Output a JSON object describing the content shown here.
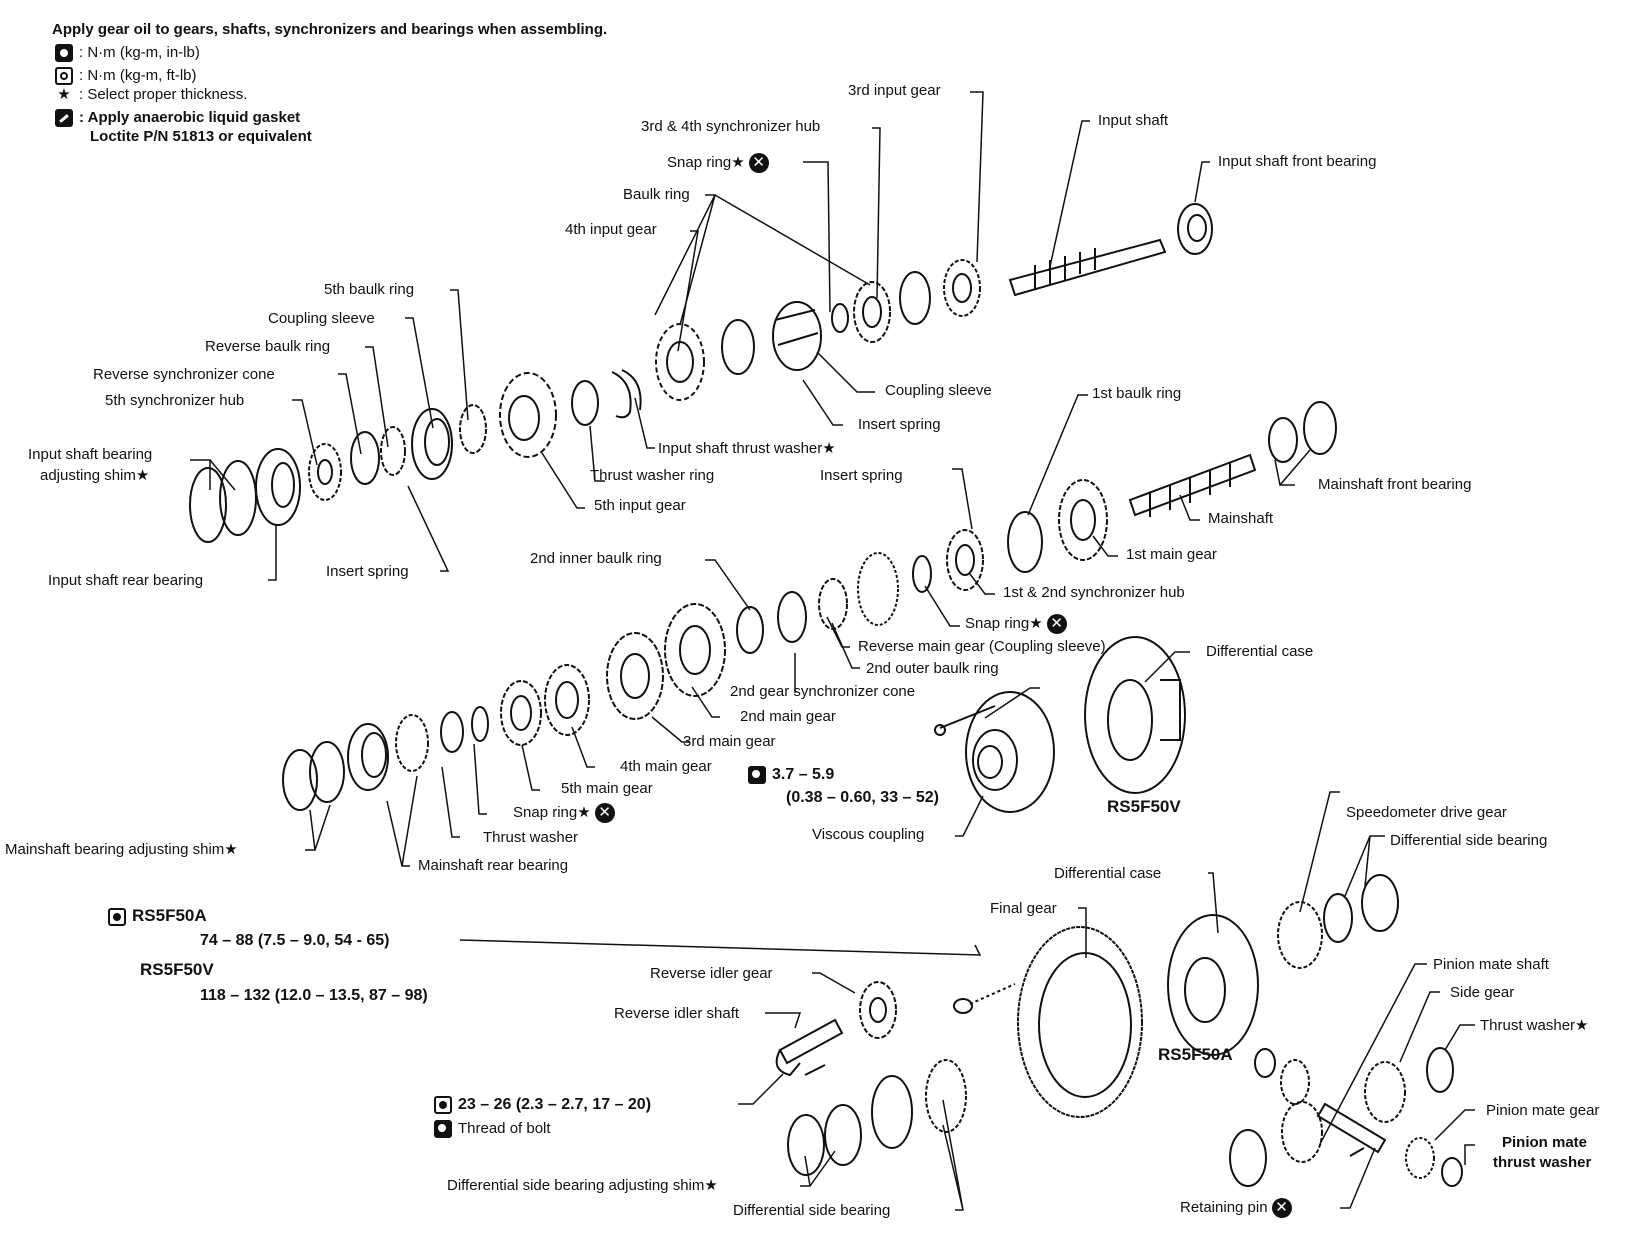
{
  "legend": {
    "header": "Apply gear oil to gears, shafts, synchronizers and bearings when assembling.",
    "torque_inlb": ": N·m (kg-m, in-lb)",
    "torque_ftlb": ": N·m (kg-m, ft-lb)",
    "select": ": Select proper thickness.",
    "gasket_1": ": Apply anaerobic liquid gasket",
    "gasket_2": "Loctite P/N 51813 or equivalent",
    "star": "★"
  },
  "labels": {
    "third_input_gear": "3rd input gear",
    "input_shaft": "Input shaft",
    "input_shaft_front_bearing": "Input shaft front bearing",
    "sync_hub_34": "3rd & 4th synchronizer hub",
    "snap_ring_top": "Snap ring★",
    "baulk_ring": "Baulk ring",
    "fourth_input_gear": "4th input gear",
    "fifth_baulk_ring": "5th baulk ring",
    "coupling_sleeve_left": "Coupling sleeve",
    "reverse_baulk_ring": "Reverse baulk ring",
    "reverse_sync_cone": "Reverse synchronizer cone",
    "fifth_sync_hub": "5th synchronizer hub",
    "input_bearing_shim_1": "Input shaft bearing",
    "input_bearing_shim_2": "adjusting shim★",
    "input_shaft_rear_bearing": "Input shaft rear bearing",
    "insert_spring_left": "Insert spring",
    "coupling_sleeve_right": "Coupling sleeve",
    "insert_spring_top": "Insert spring",
    "input_thrust_washer": "Input shaft thrust washer★",
    "thrust_washer_ring": "Thrust washer ring",
    "fifth_input_gear": "5th input gear",
    "first_baulk_ring": "1st baulk ring",
    "mainshaft_front_bearing": "Mainshaft front bearing",
    "insert_spring_mid": "Insert spring",
    "mainshaft": "Mainshaft",
    "first_main_gear": "1st main gear",
    "sync_hub_12": "1st & 2nd synchronizer hub",
    "second_inner_baulk": "2nd inner baulk ring",
    "snap_ring_mid": "Snap ring★",
    "reverse_main_gear": "Reverse main gear (Coupling sleeve)",
    "second_outer_baulk": "2nd outer baulk ring",
    "second_gear_sync_cone": "2nd gear synchronizer cone",
    "differential_case_top": "Differential case",
    "second_main_gear": "2nd main gear",
    "third_main_gear": "3rd main gear",
    "fourth_main_gear": "4th main gear",
    "fifth_main_gear": "5th main gear",
    "snap_ring_low": "Snap ring★",
    "thrust_washer": "Thrust washer",
    "mainshaft_shim": "Mainshaft bearing adjusting shim★",
    "mainshaft_rear_bearing": "Mainshaft rear bearing",
    "torque_vc_1": "3.7 – 5.9",
    "torque_vc_2": "(0.38 – 0.60, 33 – 52)",
    "viscous_coupling": "Viscous coupling",
    "model_v_top": "RS5F50V",
    "speedo_gear": "Speedometer drive gear",
    "diff_side_bearing_right": "Differential side bearing",
    "differential_case_low": "Differential case",
    "final_gear": "Final gear",
    "model_a_left": "RS5F50A",
    "torque_fg_a": "74 – 88 (7.5 – 9.0, 54 - 65)",
    "model_v_left": "RS5F50V",
    "torque_fg_v": "118 – 132 (12.0 – 13.5, 87 – 98)",
    "reverse_idler_gear": "Reverse idler gear",
    "reverse_idler_shaft": "Reverse idler shaft",
    "pinion_mate_shaft": "Pinion mate shaft",
    "side_gear": "Side gear",
    "thrust_washer_right": "Thrust washer★",
    "model_a_right": "RS5F50A",
    "torque_bolt": "23 – 26 (2.3 – 2.7, 17 – 20)",
    "thread_of_bolt": "Thread of bolt",
    "pinion_mate_gear": "Pinion mate gear",
    "pinion_mate_thrust_1": "Pinion mate",
    "pinion_mate_thrust_2": "thrust washer",
    "diff_shim": "Differential side bearing adjusting shim★",
    "diff_side_bearing_low": "Differential side bearing",
    "retaining_pin": "Retaining pin"
  }
}
